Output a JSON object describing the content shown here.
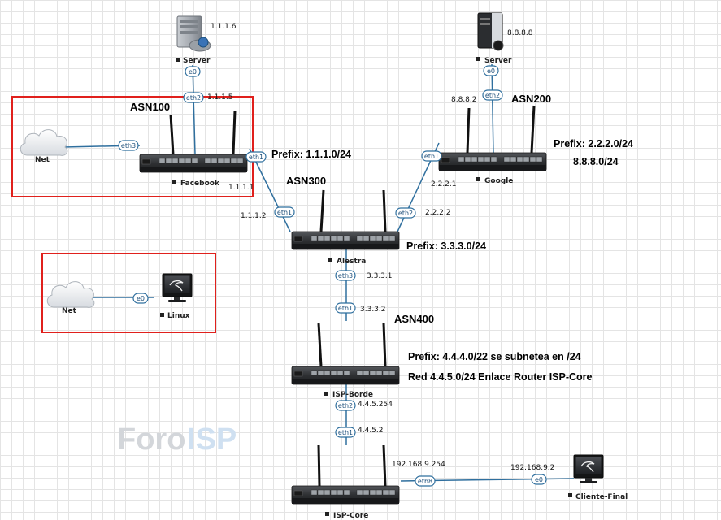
{
  "watermark": {
    "part1": "Foro",
    "part2": "ISP"
  },
  "devices": {
    "server1": {
      "label": "Server",
      "ip": "1.1.1.6"
    },
    "server2": {
      "label": "Server",
      "ip": "8.8.8.8"
    },
    "net1": {
      "label": "Net"
    },
    "net2": {
      "label": "Net"
    },
    "facebook": {
      "label": "Facebook"
    },
    "google": {
      "label": "Google"
    },
    "alestra": {
      "label": "Alestra"
    },
    "isp_borde": {
      "label": "ISP-Borde"
    },
    "isp_core": {
      "label": "ISP-Core"
    },
    "linux": {
      "label": "Linux"
    },
    "cliente": {
      "label": "Cliente-Final"
    }
  },
  "ports": {
    "srv1_e0": "e0",
    "fb_eth2": "eth2",
    "fb_eth3": "eth3",
    "fb_eth1": "eth1",
    "srv2_e0": "e0",
    "g_eth2": "eth2",
    "g_eth1": "eth1",
    "al_eth1": "eth1",
    "al_eth2": "eth2",
    "al_eth3": "eth3",
    "ib_eth1": "eth1",
    "ib_eth2": "eth2",
    "ic_eth1": "eth1",
    "ic_eth8": "eth8",
    "linux_e0": "e0",
    "cf_e0": "e0"
  },
  "ips": {
    "fb_eth2": "1.1.1.5",
    "fb_eth1": "1.1.1.1",
    "al_eth1": "1.1.1.2",
    "g_eth2": "8.8.8.2",
    "g_eth1": "2.2.2.1",
    "al_eth2": "2.2.2.2",
    "al_eth3": "3.3.3.1",
    "ib_eth1": "3.3.3.2",
    "ib_eth2": "4.4.5.254",
    "ic_eth1": "4.4.5.2",
    "ic_eth8": "192.168.9.254",
    "cf_e0": "192.168.9.2"
  },
  "annotations": {
    "asn100": "ASN100",
    "asn200": "ASN200",
    "asn300": "ASN300",
    "asn400": "ASN400",
    "prefix_fb": "Prefix: 1.1.1.0/24",
    "prefix_g1": "Prefix: 2.2.2.0/24",
    "prefix_g2": "8.8.8.0/24",
    "prefix_al": "Prefix: 3.3.3.0/24",
    "prefix_ib": "Prefix: 4.4.4.0/22  se subnetea en /24",
    "red_ib": "Red 4.4.5.0/24  Enlace Router ISP-Core"
  },
  "colors": {
    "link": "#2f6f9e",
    "highlight": "#e0201c",
    "router": "#2b2d30"
  }
}
